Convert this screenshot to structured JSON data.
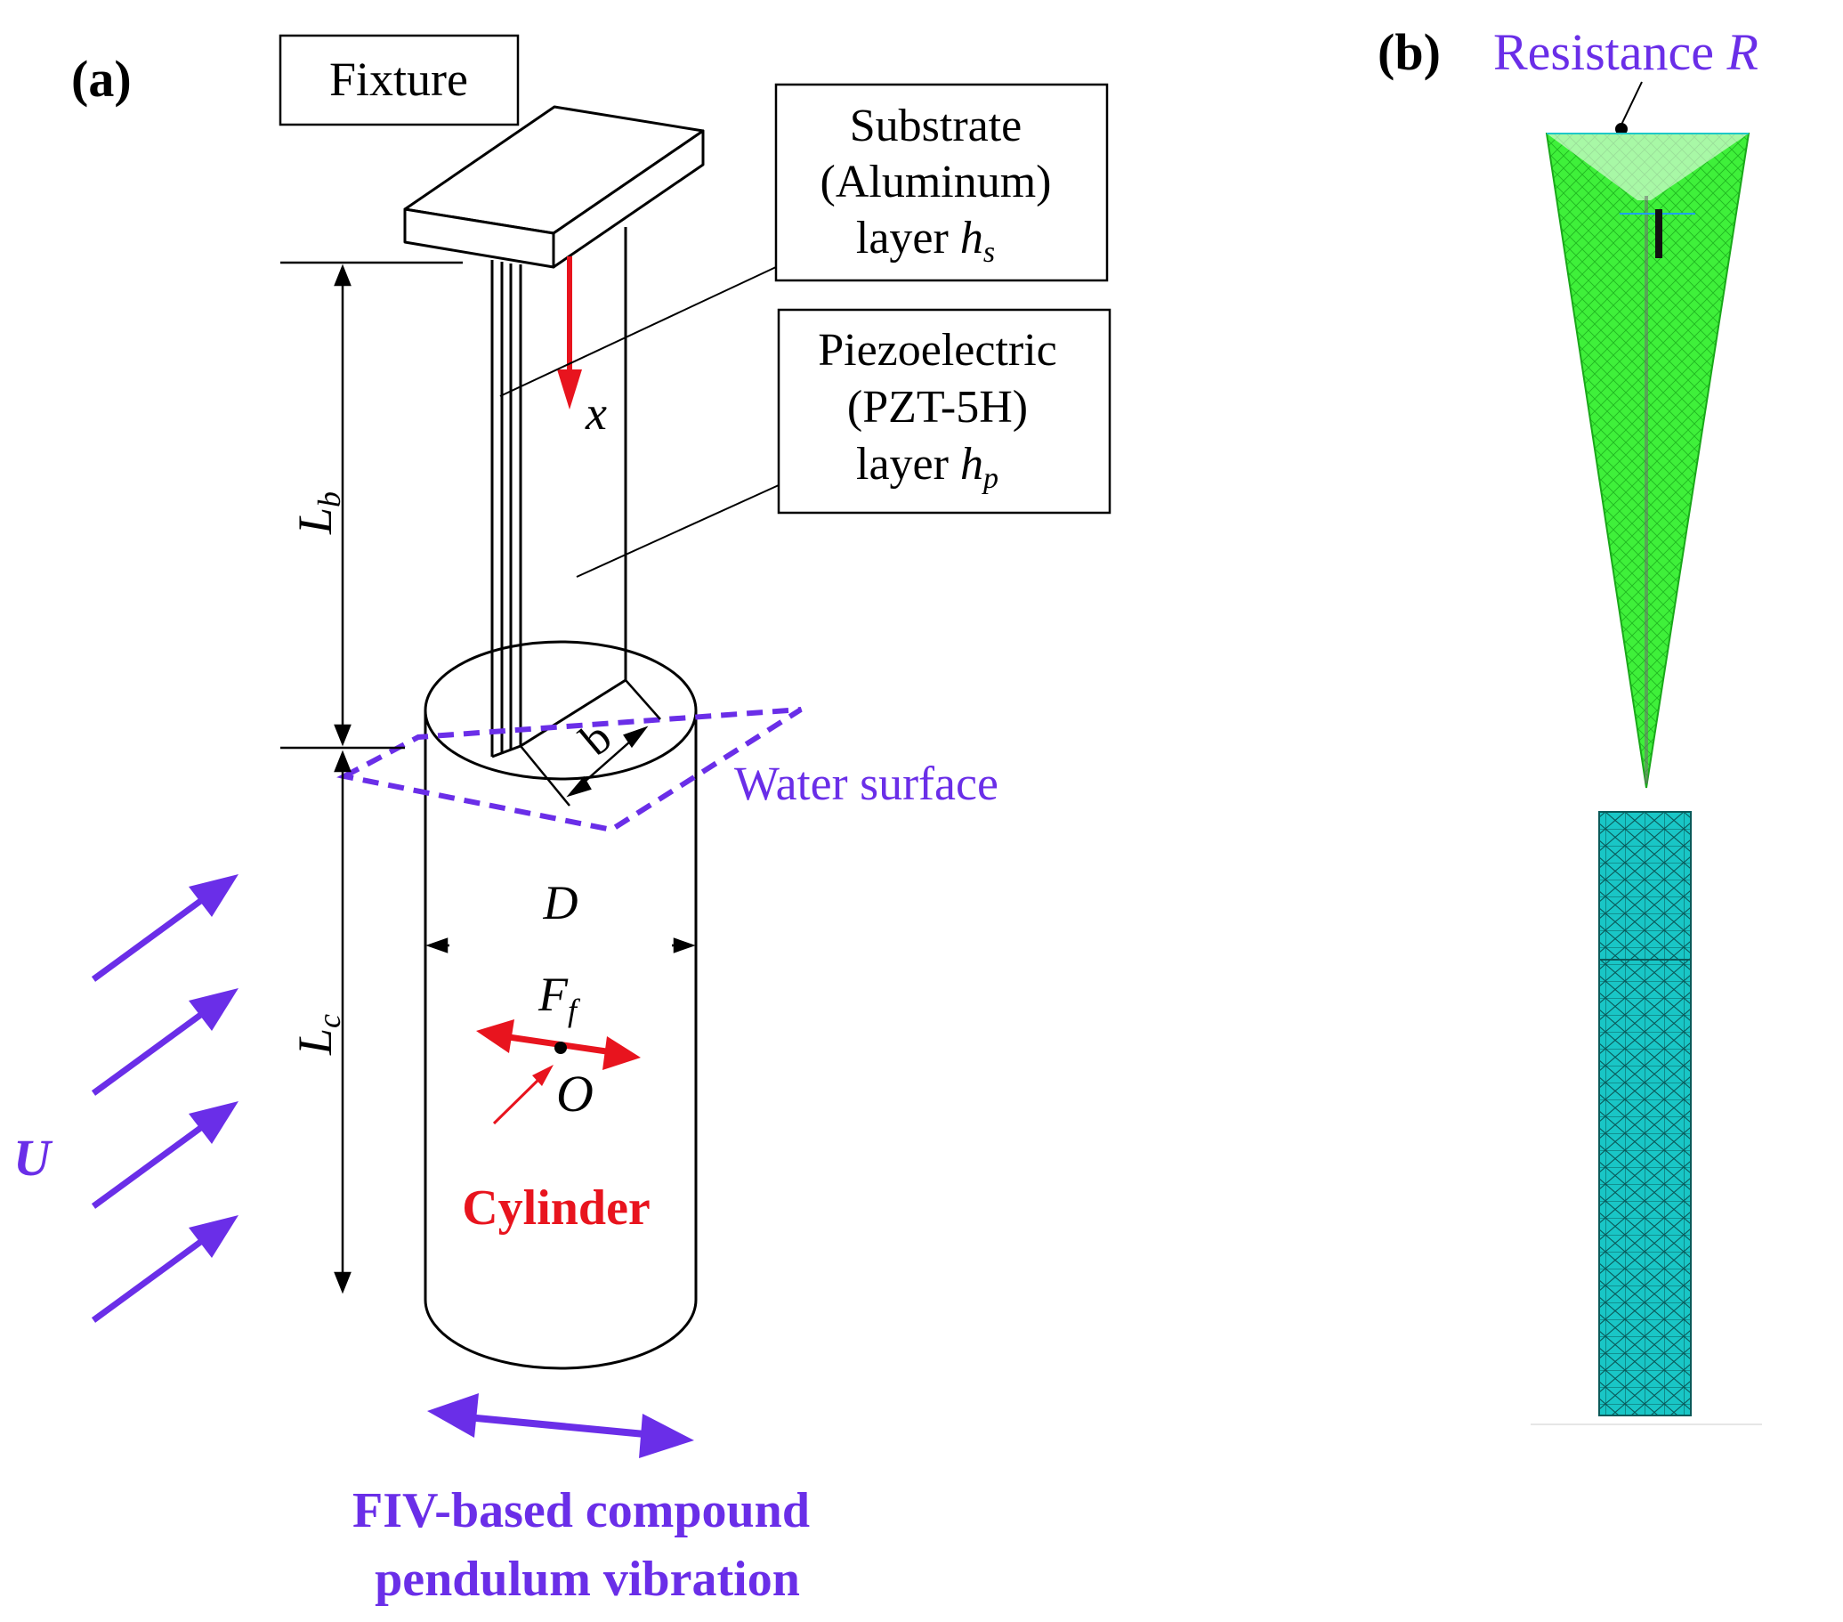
{
  "panel_a": {
    "label": "(a)",
    "fixture_label": "Fixture",
    "substrate_label": {
      "line1": "Substrate",
      "line2": "(Aluminum)",
      "line3_text": "layer ",
      "line3_symbol": "h",
      "line3_sub": "s"
    },
    "piezo_label": {
      "line1": "Piezoelectric",
      "line2": "(PZT-5H)",
      "line3_text": "layer ",
      "line3_symbol": "h",
      "line3_sub": "p"
    },
    "axis_x": "x",
    "beam_length": {
      "symbol": "L",
      "sub": "b"
    },
    "cylinder_length": {
      "symbol": "L",
      "sub": "c"
    },
    "width_b": "b",
    "water_surface": "Water surface",
    "diameter": "D",
    "force": {
      "symbol": "F",
      "sub": "f"
    },
    "origin": "O",
    "cylinder": "Cylinder",
    "flow": "U",
    "caption": {
      "line1": "FIV-based compound",
      "line2": "pendulum vibration"
    }
  },
  "panel_b": {
    "label": "(b)",
    "resistance_text": "Resistance ",
    "resistance_symbol": "R"
  },
  "colors": {
    "black": "#000000",
    "red": "#e8141e",
    "purple": "#6a2ee8",
    "green": "#22e82a",
    "cyan": "#1ec8c8"
  }
}
